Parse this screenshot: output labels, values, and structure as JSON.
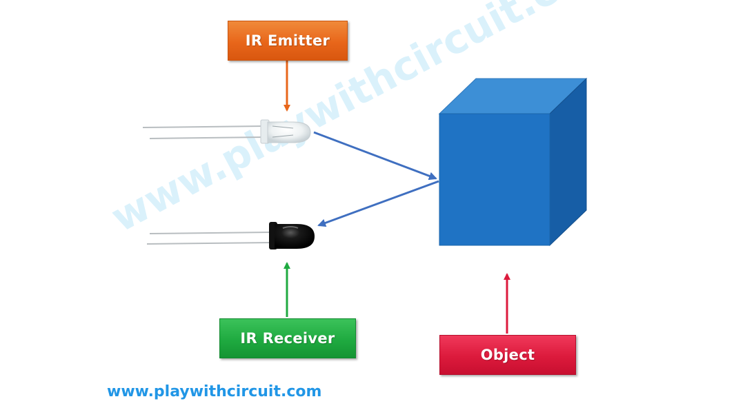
{
  "labels": {
    "emitter": "IR Emitter",
    "receiver": "IR Receiver",
    "object": "Object"
  },
  "footer_url": "www.playwithcircuit.com",
  "watermark": "www.playwithcircuit.com",
  "colors": {
    "emitter": "#e8661a",
    "receiver": "#1faa40",
    "object": "#dc1a3c",
    "cube_front": "#1f73c4",
    "cube_top": "#3d8fd6",
    "cube_side": "#175ea6",
    "signal_arrow": "#3f6fc0",
    "footer_text": "#2196e6",
    "watermark_text": "#d6f0fb"
  }
}
